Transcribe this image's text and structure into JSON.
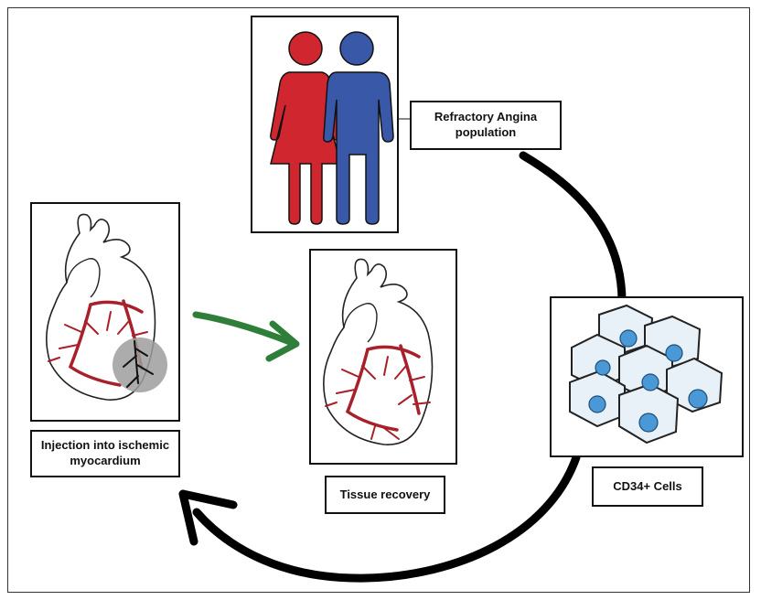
{
  "labels": {
    "refractory": "Refractory Angina population",
    "cd34": "CD34+ Cells",
    "tissue": "Tissue recovery",
    "injection": "Injection into ischemic myocardium"
  },
  "colors": {
    "female": "#d0262f",
    "male": "#3a58a8",
    "vessel": "#a8202a",
    "ischemia": "#9e9e9e",
    "cell_nucleus": "#4a98d6",
    "progress_arrow": "#2f7f3a",
    "cycle_arrow": "#000000"
  },
  "icons": [
    "woman-icon",
    "man-icon",
    "heart-icon",
    "cell-cluster-icon",
    "curved-arrow-icon",
    "green-arrow-icon"
  ]
}
